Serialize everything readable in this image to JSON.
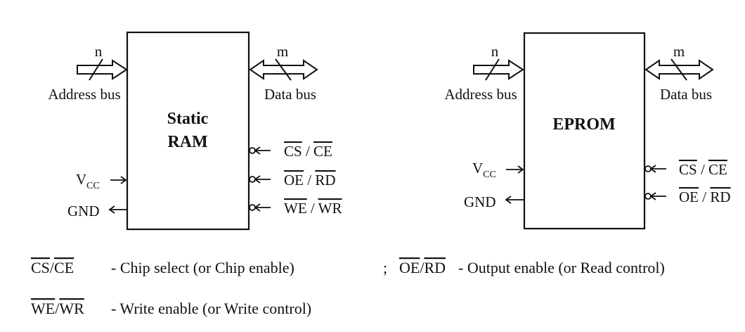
{
  "ram": {
    "title_line1": "Static",
    "title_line2": "RAM",
    "address_width": "n",
    "address_label": "Address bus",
    "data_width": "m",
    "data_label": "Data bus",
    "vcc_main": "V",
    "vcc_sub": "CC",
    "gnd": "GND",
    "pins": [
      {
        "a": "CS",
        "sep": " / ",
        "b": "CE"
      },
      {
        "a": "OE",
        "sep": " / ",
        "b": "RD"
      },
      {
        "a": "WE",
        "sep": " / ",
        "b": "WR"
      }
    ]
  },
  "eprom": {
    "title": "EPROM",
    "address_width": "n",
    "address_label": "Address bus",
    "data_width": "m",
    "data_label": "Data bus",
    "vcc_main": "V",
    "vcc_sub": "CC",
    "gnd": "GND",
    "pins": [
      {
        "a": "CS",
        "sep": " / ",
        "b": "CE"
      },
      {
        "a": "OE",
        "sep": " / ",
        "b": "RD"
      }
    ]
  },
  "legend": {
    "cs_ce": {
      "a": "CS",
      "sep": "/",
      "b": "CE",
      "desc": "-  Chip select (or Chip enable)"
    },
    "separator": ";",
    "oe_rd": {
      "a": "OE",
      "sep": "/",
      "b": "RD",
      "desc": "- Output enable (or Read control)"
    },
    "we_wr": {
      "a": "WE",
      "sep": "/",
      "b": "WR",
      "desc": "-  Write enable (or Write control)"
    }
  }
}
